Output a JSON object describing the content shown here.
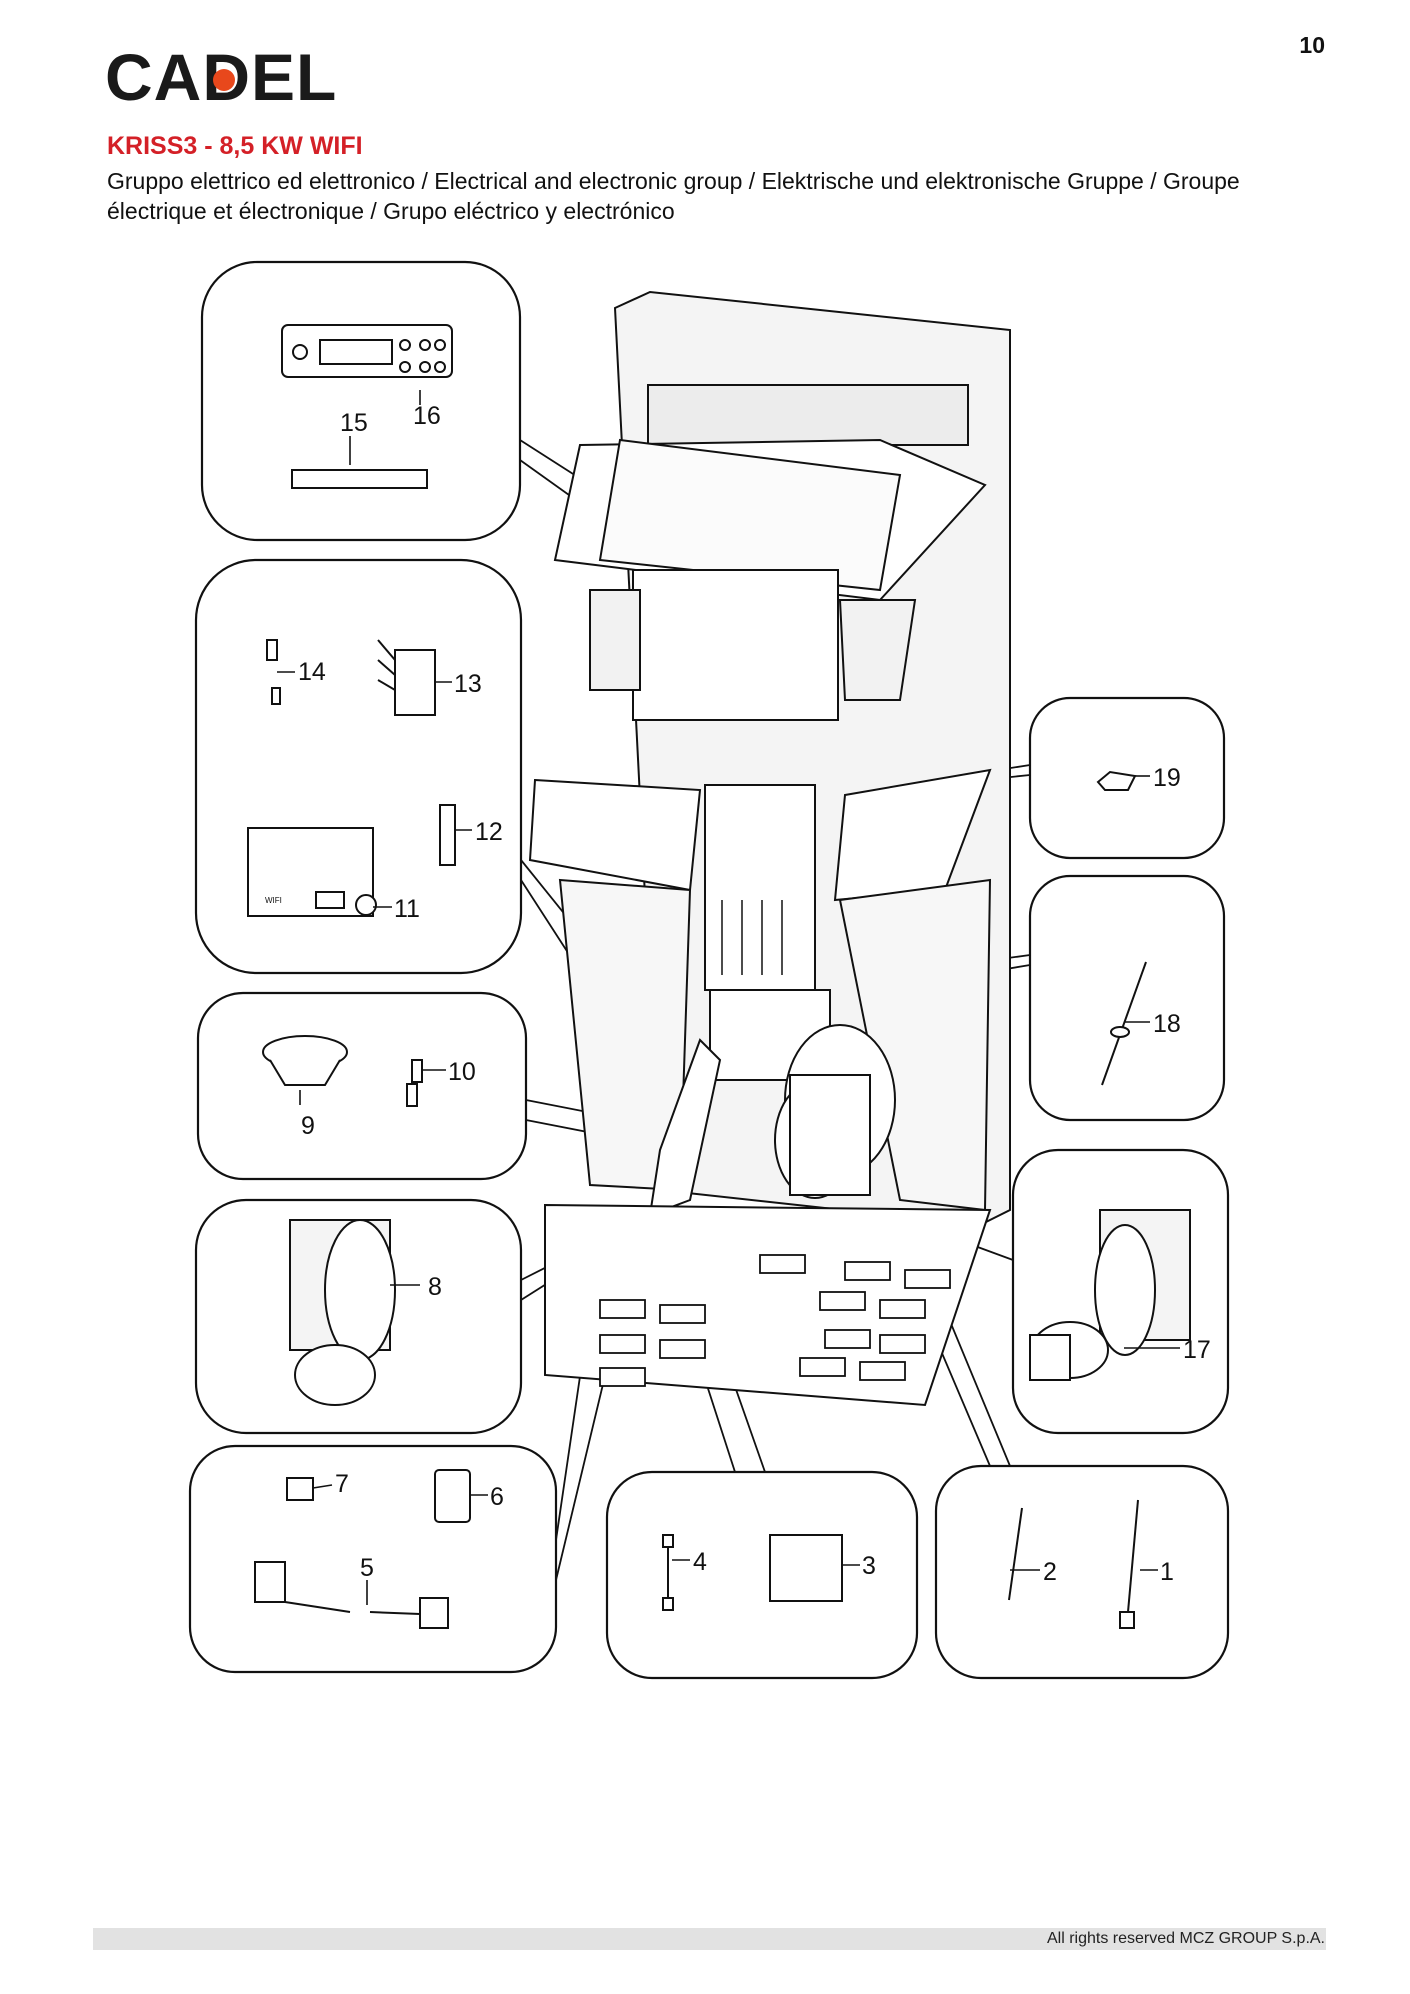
{
  "page_number": "10",
  "brand": {
    "logo_text": "CADEL",
    "accent_color": "#e8481c"
  },
  "model_title": "KRISS3 - 8,5 KW WIFI",
  "subtitle": "Gruppo elettrico ed elettronico / Electrical and electronic group / Elektrische und elektronische Gruppe / Groupe électrique et électronique / Grupo eléctrico y electrónico",
  "title_color": "#d42027",
  "callouts": {
    "c1": "1",
    "c2": "2",
    "c3": "3",
    "c4": "4",
    "c5": "5",
    "c6": "6",
    "c7": "7",
    "c8": "8",
    "c9": "9",
    "c10": "10",
    "c11": "11",
    "c12": "12",
    "c13": "13",
    "c14": "14",
    "c15": "15",
    "c16": "16",
    "c17": "17",
    "c18": "18",
    "c19": "19"
  },
  "board_label": "WIFI",
  "footer": {
    "text": "All rights reserved MCZ GROUP S.p.A.",
    "bar_color": "#e2e2e2"
  }
}
